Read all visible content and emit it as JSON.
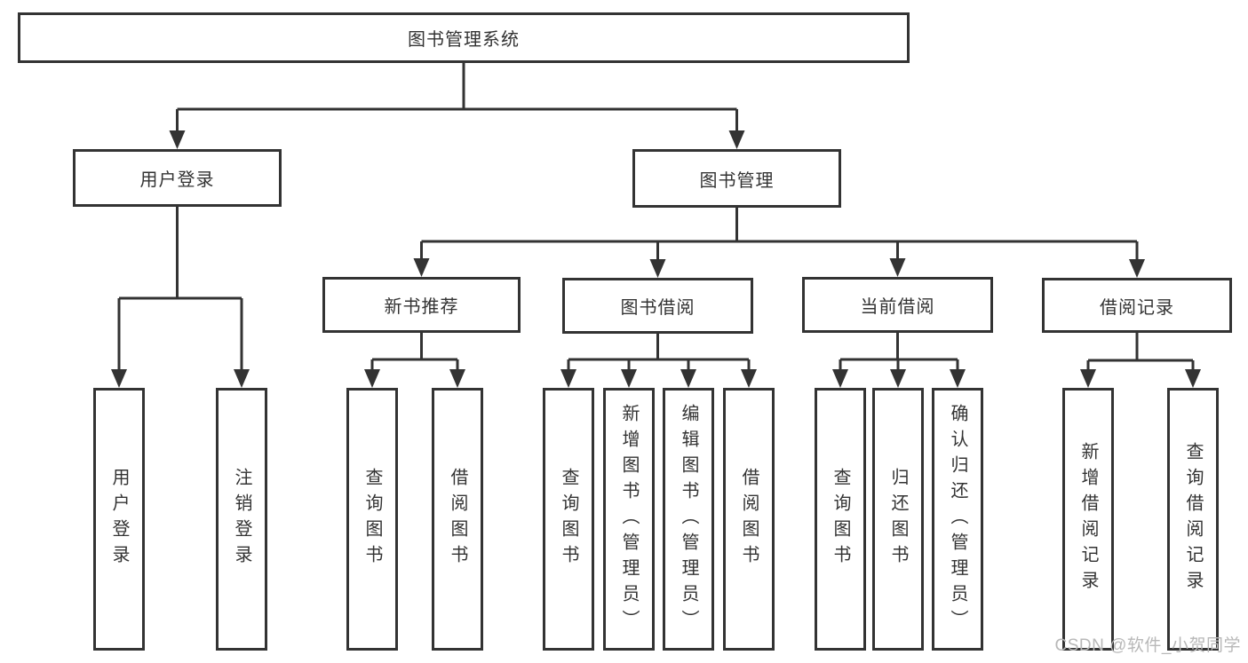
{
  "colors": {
    "line": "#333333",
    "text": "#333333",
    "box_background": "#ffffff",
    "page_background": "#ffffff",
    "watermark": "#b8b8b8"
  },
  "watermark": {
    "text": "CSDN @软件_小贺同学"
  },
  "diagram": {
    "root": {
      "label": "图书管理系统"
    },
    "branches": [
      {
        "label": "用户登录",
        "children": [
          {
            "label": "用户登录"
          },
          {
            "label": "注销登录"
          }
        ]
      },
      {
        "label": "图书管理",
        "children": [
          {
            "label": "新书推荐",
            "children": [
              {
                "label": "查询图书"
              },
              {
                "label": "借阅图书"
              }
            ]
          },
          {
            "label": "图书借阅",
            "children": [
              {
                "label": "查询图书"
              },
              {
                "label": "新增图书（管理员）"
              },
              {
                "label": "编辑图书（管理员）"
              },
              {
                "label": "借阅图书"
              }
            ]
          },
          {
            "label": "当前借阅",
            "children": [
              {
                "label": "查询图书"
              },
              {
                "label": "归还图书"
              },
              {
                "label": "确认归还（管理员）"
              }
            ]
          },
          {
            "label": "借阅记录",
            "children": [
              {
                "label": "新增借阅记录"
              },
              {
                "label": "查询借阅记录"
              }
            ]
          }
        ]
      }
    ]
  }
}
